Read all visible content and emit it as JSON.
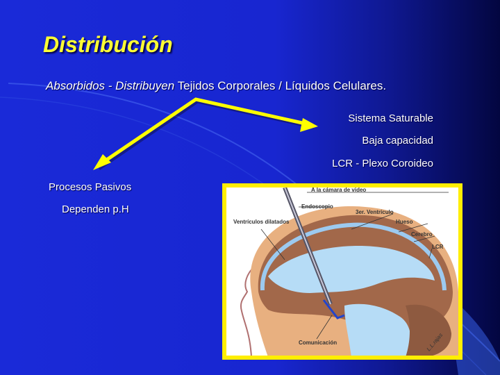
{
  "slide": {
    "title": "Distribución",
    "subtitle_italic": "Absorbidos - Distribuyen",
    "subtitle_rest": " Tejidos Corporales / Líquidos Celulares."
  },
  "right_branch": {
    "items": [
      "Sistema Saturable",
      "Baja capacidad",
      "LCR - Plexo Coroideo"
    ]
  },
  "left_branch": {
    "items": [
      "Procesos  Pasivos",
      "Dependen p.H"
    ]
  },
  "illustration": {
    "labels": {
      "camera": "A la cámara de video",
      "endoscope": "Endoscopio",
      "ventricles": "Ventrículos dilatados",
      "third_ventricle": "3er. Ventrículo",
      "bone": "Hueso",
      "brain": "Cerebro",
      "csf": "LCR",
      "communication": "Comunicación"
    },
    "signature": "L.L.rajas"
  },
  "colors": {
    "title": "#ffff33",
    "arrow": "#ffff00",
    "frame": "#ffee00",
    "background": "#1a2ad8"
  }
}
